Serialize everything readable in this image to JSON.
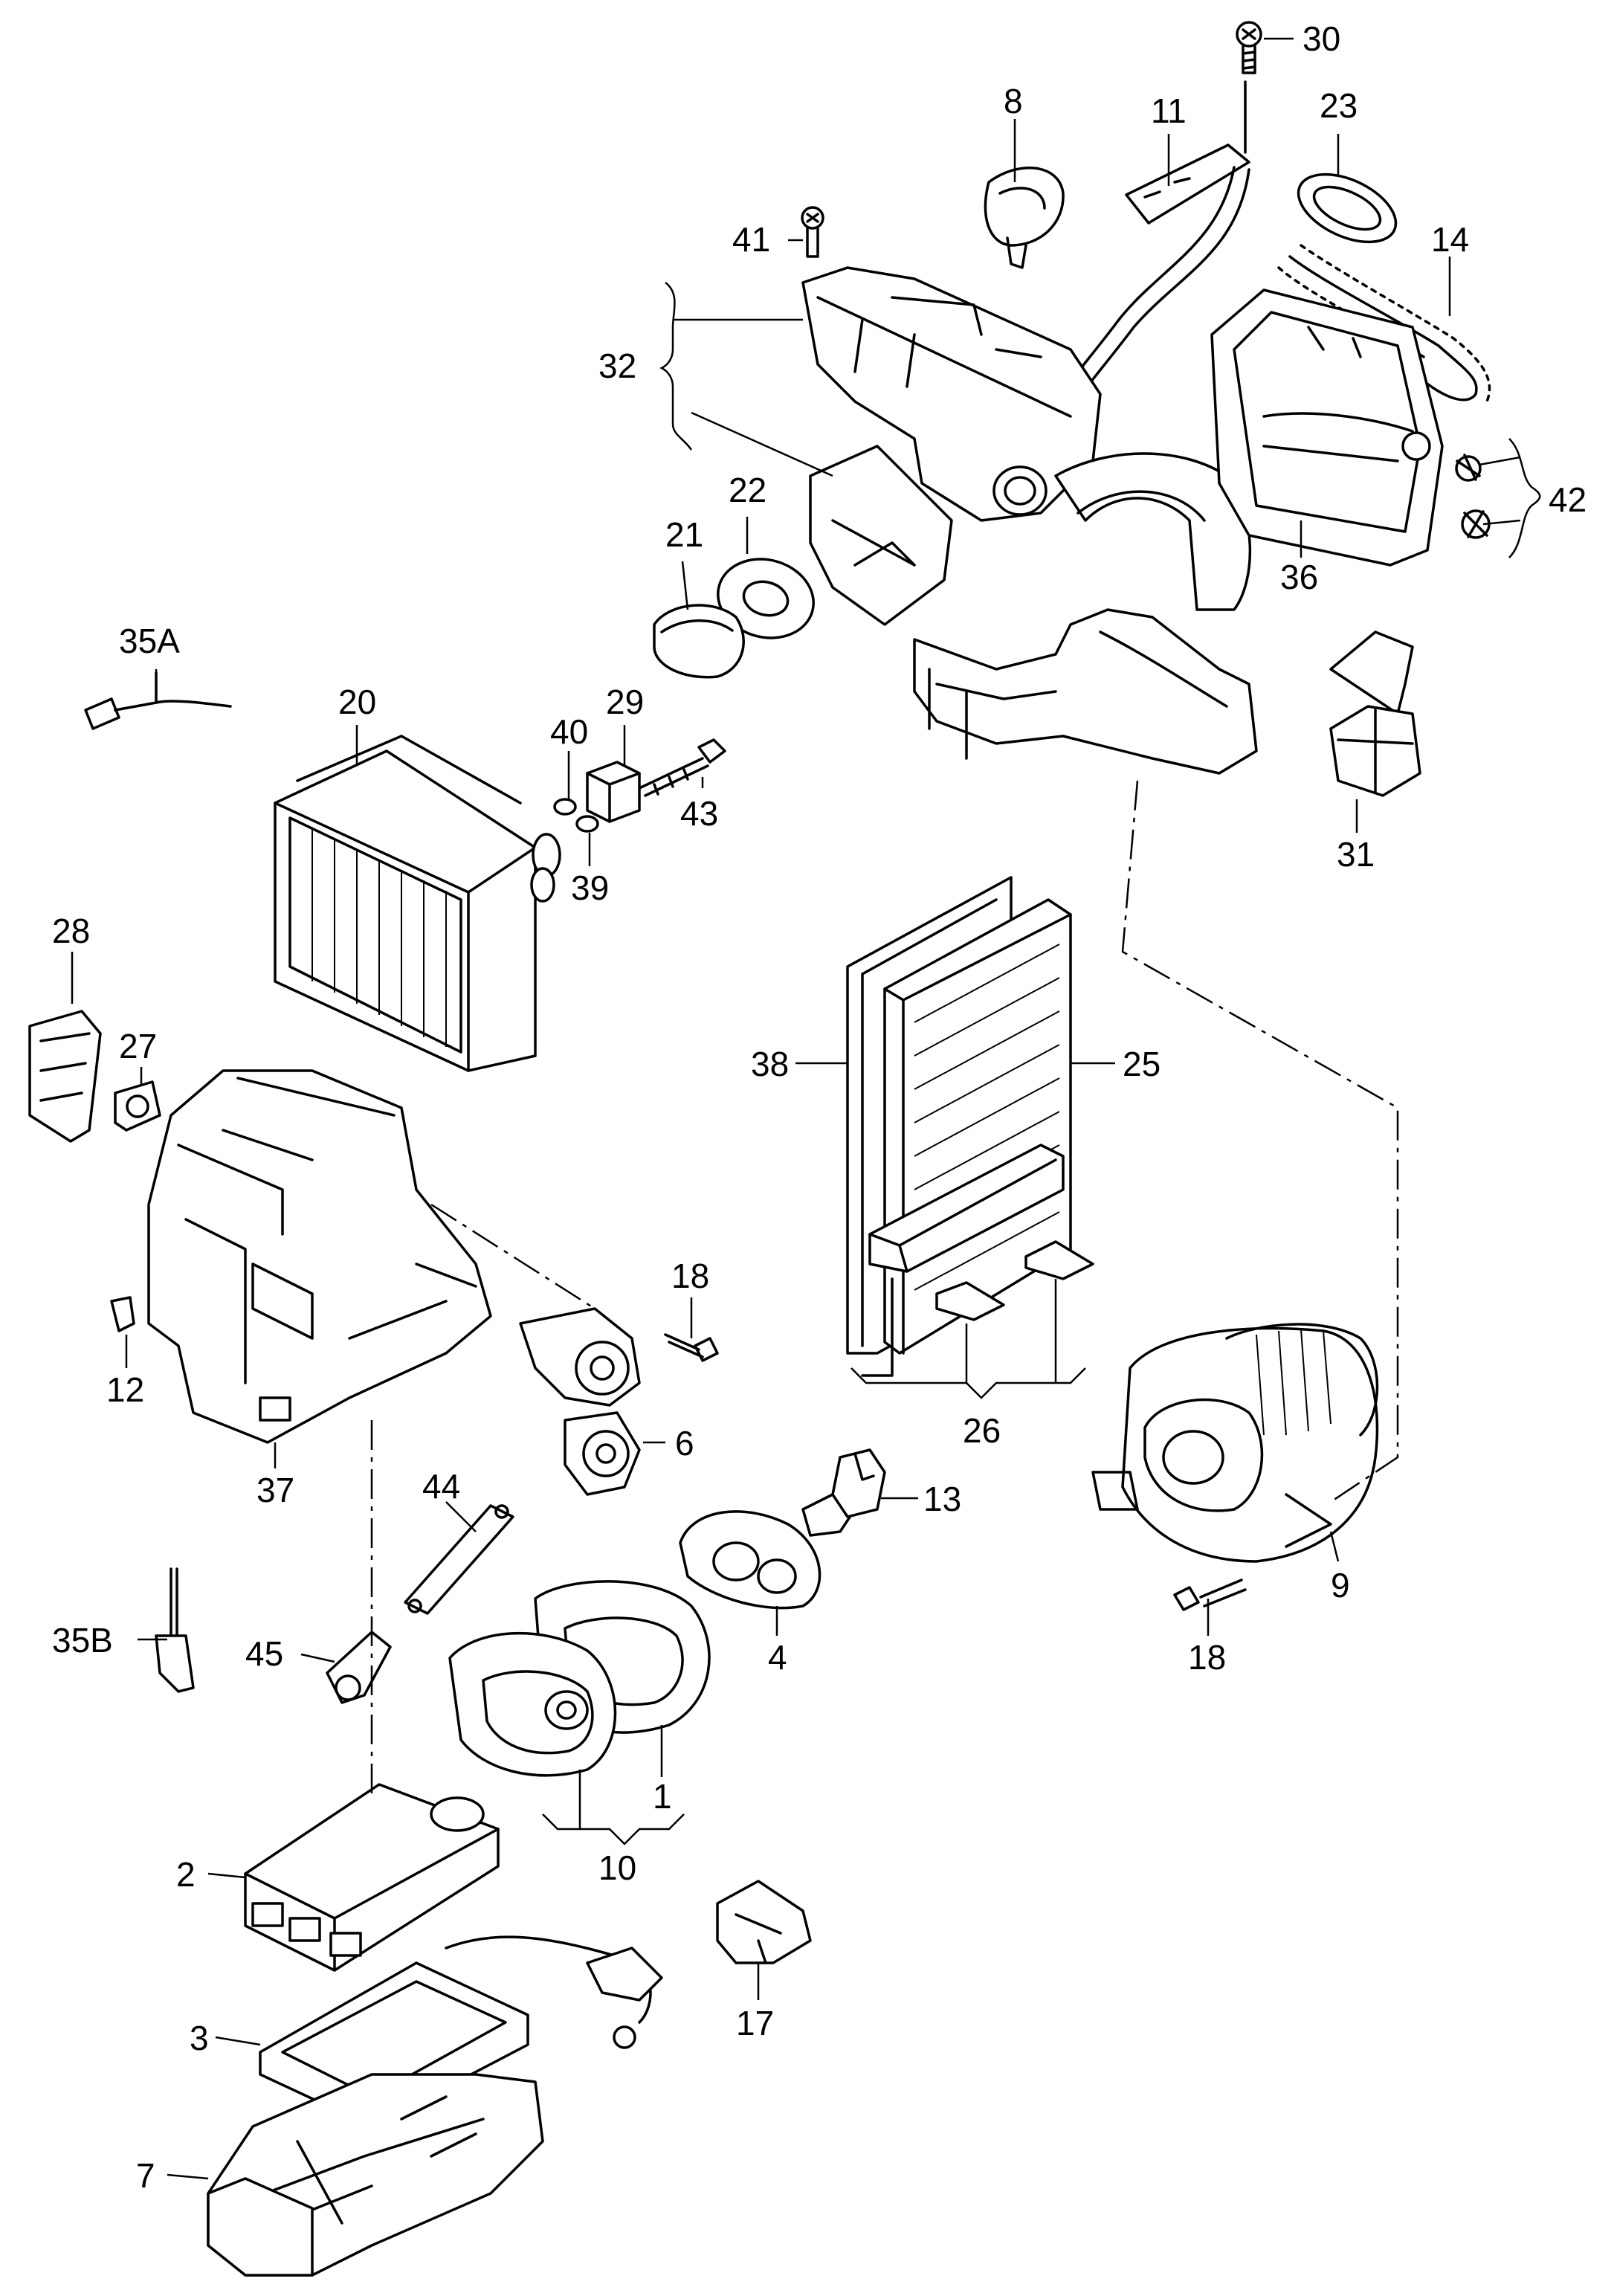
{
  "diagram": {
    "callouts": [
      {
        "id": "c30",
        "text": "30"
      },
      {
        "id": "c8",
        "text": "8"
      },
      {
        "id": "c11",
        "text": "11"
      },
      {
        "id": "c23",
        "text": "23"
      },
      {
        "id": "c41",
        "text": "41"
      },
      {
        "id": "c14",
        "text": "14"
      },
      {
        "id": "c32",
        "text": "32"
      },
      {
        "id": "c22",
        "text": "22"
      },
      {
        "id": "c21",
        "text": "21"
      },
      {
        "id": "c42",
        "text": "42"
      },
      {
        "id": "c36",
        "text": "36"
      },
      {
        "id": "c35A",
        "text": "35A"
      },
      {
        "id": "c20",
        "text": "20"
      },
      {
        "id": "c29",
        "text": "29"
      },
      {
        "id": "c40",
        "text": "40"
      },
      {
        "id": "c43",
        "text": "43"
      },
      {
        "id": "c39",
        "text": "39"
      },
      {
        "id": "c31",
        "text": "31"
      },
      {
        "id": "c28",
        "text": "28"
      },
      {
        "id": "c27",
        "text": "27"
      },
      {
        "id": "c38",
        "text": "38"
      },
      {
        "id": "c25",
        "text": "25"
      },
      {
        "id": "c18a",
        "text": "18"
      },
      {
        "id": "c12",
        "text": "12"
      },
      {
        "id": "c6",
        "text": "6"
      },
      {
        "id": "c26",
        "text": "26"
      },
      {
        "id": "c37",
        "text": "37"
      },
      {
        "id": "c44",
        "text": "44"
      },
      {
        "id": "c13",
        "text": "13"
      },
      {
        "id": "c9",
        "text": "9"
      },
      {
        "id": "c35B",
        "text": "35B"
      },
      {
        "id": "c45",
        "text": "45"
      },
      {
        "id": "c4",
        "text": "4"
      },
      {
        "id": "c18b",
        "text": "18"
      },
      {
        "id": "c1",
        "text": "1"
      },
      {
        "id": "c10",
        "text": "10"
      },
      {
        "id": "c2",
        "text": "2"
      },
      {
        "id": "c17",
        "text": "17"
      },
      {
        "id": "c3",
        "text": "3"
      },
      {
        "id": "c7",
        "text": "7"
      }
    ]
  }
}
